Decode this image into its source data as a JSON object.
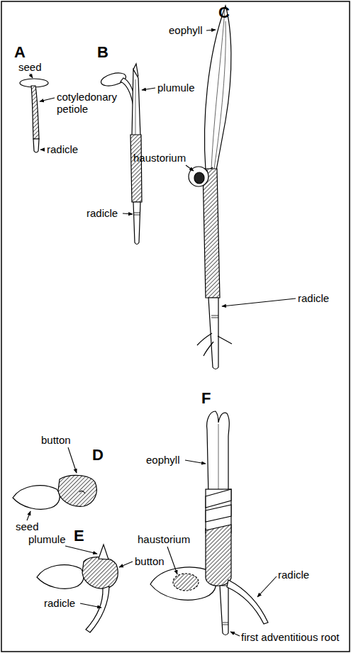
{
  "diagram": {
    "labels": [
      "A",
      "seed",
      "cotyledonary petiole",
      "radicle",
      "B",
      "plumule",
      "radicle",
      "C",
      "eophyll",
      "haustorium",
      "radicle",
      "D",
      "button",
      "seed",
      "F",
      "eophyll",
      "haustorium",
      "radicle",
      "E",
      "plumule",
      "button",
      "radicle",
      "first adventitious root"
    ]
  }
}
